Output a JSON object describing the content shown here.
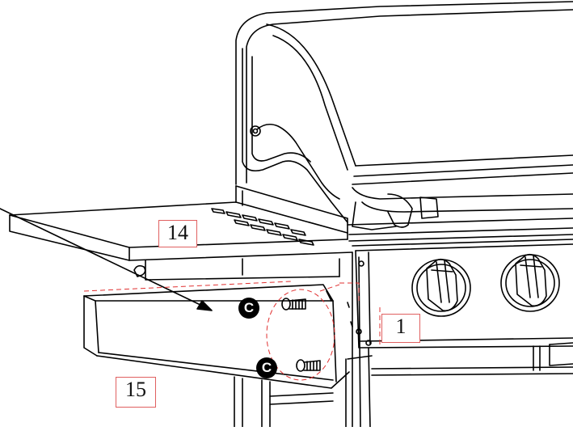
{
  "callouts": {
    "part_14": "14",
    "part_15": "15",
    "part_1": "1",
    "screw_a": "C",
    "screw_b": "C"
  }
}
